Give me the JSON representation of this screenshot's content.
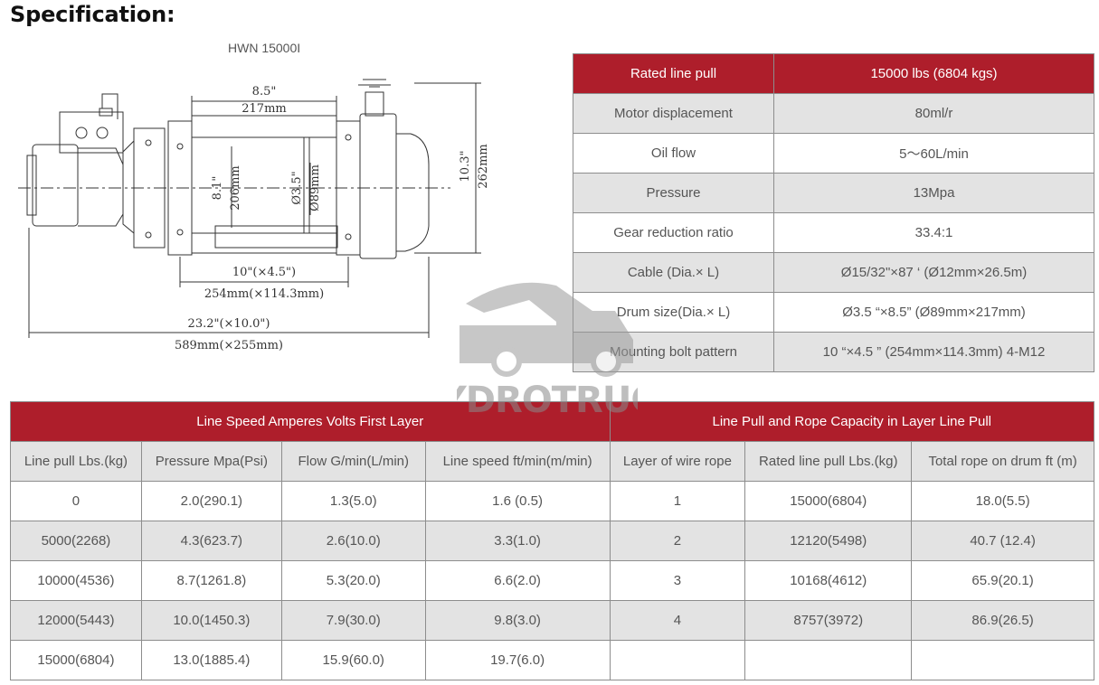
{
  "heading": "Specification:",
  "model": "HWN 15000I",
  "drawing": {
    "dim_top": "8.5\"",
    "dim_top_mm": "217mm",
    "dim_height": "10.3\"",
    "dim_height_mm": "262mm",
    "dim_inner": "8.1\"",
    "dim_inner_mm": "206mm",
    "dim_drum": "Ø3.5\"",
    "dim_drum_mm": "Ø89mm",
    "dim_bolt": "10\"(×4.5\")",
    "dim_bolt_mm": "254mm(×114.3mm)",
    "dim_total": "23.2\"(×10.0\")",
    "dim_total_mm": "589mm(×255mm)"
  },
  "watermark": "HYDROTRUCK",
  "spec": [
    {
      "k": "Rated line pull",
      "v": "15000 lbs (6804 kgs)"
    },
    {
      "k": "Motor displacement",
      "v": "80ml/r"
    },
    {
      "k": "Oil flow",
      "v": "5～60L/min"
    },
    {
      "k": "Pressure",
      "v": "13Mpa"
    },
    {
      "k": "Gear reduction ratio",
      "v": "33.4:1"
    },
    {
      "k": "Cable (Dia.× L)",
      "v": "Ø15/32\"×87 ‘ (Ø12mm×26.5m)"
    },
    {
      "k": "Drum size(Dia.× L)",
      "v": "Ø3.5 “×8.5” (Ø89mm×217mm)"
    },
    {
      "k": "Mounting bolt pattern",
      "v": "10 “×4.5 ” (254mm×114.3mm) 4-M12"
    }
  ],
  "perf": {
    "group1": "Line Speed Amperes Volts First Layer",
    "group2": "Line Pull and Rope Capacity in Layer Line Pull",
    "headers": [
      "Line pull Lbs.(kg)",
      "Pressure Mpa(Psi)",
      "Flow G/min(L/min)",
      "Line speed ft/min(m/min)",
      "Layer of wire rope",
      "Rated line pull Lbs.(kg)",
      "Total rope on drum ft (m)"
    ],
    "rows": [
      [
        "0",
        "2.0(290.1)",
        "1.3(5.0)",
        "1.6 (0.5)",
        "1",
        "15000(6804)",
        "18.0(5.5)"
      ],
      [
        "5000(2268)",
        "4.3(623.7)",
        "2.6(10.0)",
        "3.3(1.0)",
        "2",
        "12120(5498)",
        "40.7 (12.4)"
      ],
      [
        "10000(4536)",
        "8.7(1261.8)",
        "5.3(20.0)",
        "6.6(2.0)",
        "3",
        "10168(4612)",
        "65.9(20.1)"
      ],
      [
        "12000(5443)",
        "10.0(1450.3)",
        "7.9(30.0)",
        "9.8(3.0)",
        "4",
        "8757(3972)",
        "86.9(26.5)"
      ],
      [
        "15000(6804)",
        "13.0(1885.4)",
        "15.9(60.0)",
        "19.7(6.0)",
        "",
        "",
        ""
      ]
    ]
  }
}
